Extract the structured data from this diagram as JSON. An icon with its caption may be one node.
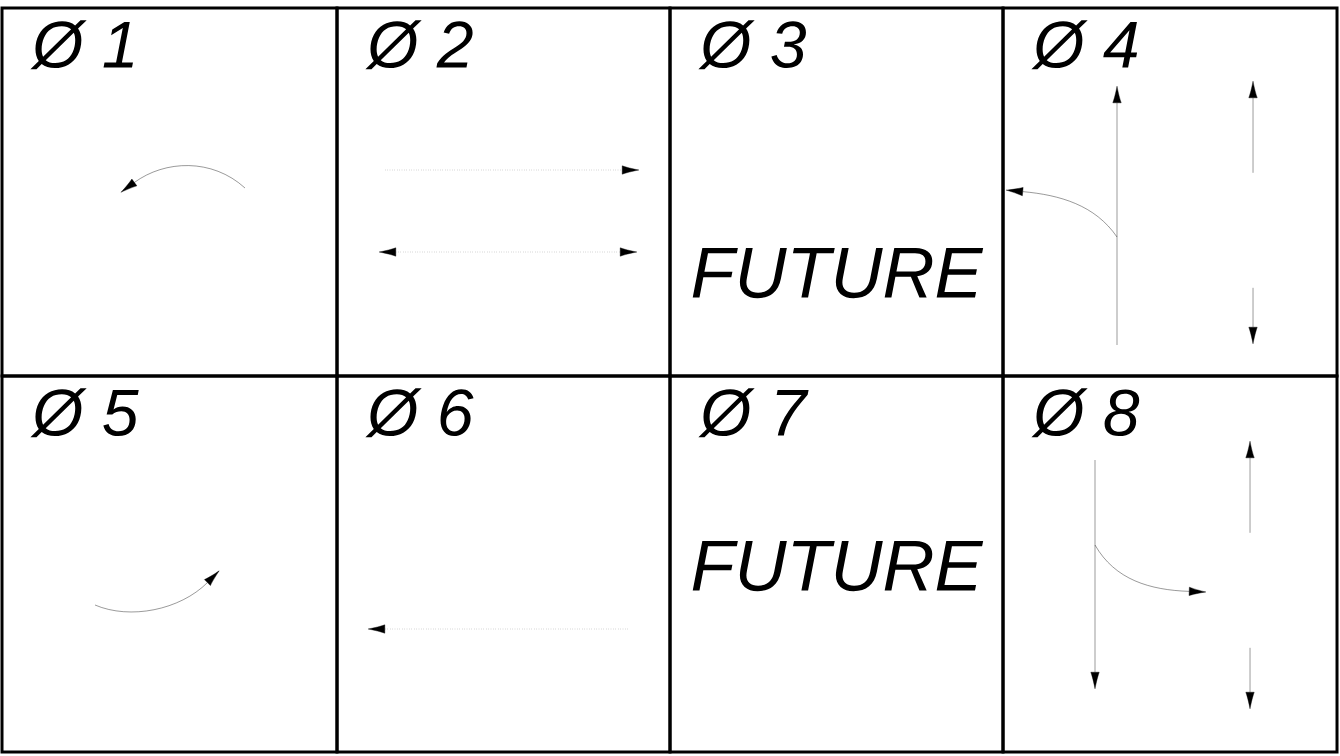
{
  "diagram": {
    "nodes": [
      {
        "text": [
          "Ø 1"
        ]
      },
      {
        "text": [
          "Ø 2"
        ]
      },
      {
        "text": [
          "Ø 3",
          "FUTURE"
        ]
      },
      {
        "text": [
          "Ø 4"
        ]
      },
      {
        "text": [
          "Ø 5"
        ]
      },
      {
        "text": [
          "Ø 6"
        ]
      },
      {
        "text": [
          "Ø 7",
          "FUTURE"
        ]
      },
      {
        "text": [
          "Ø 8"
        ]
      }
    ]
  }
}
